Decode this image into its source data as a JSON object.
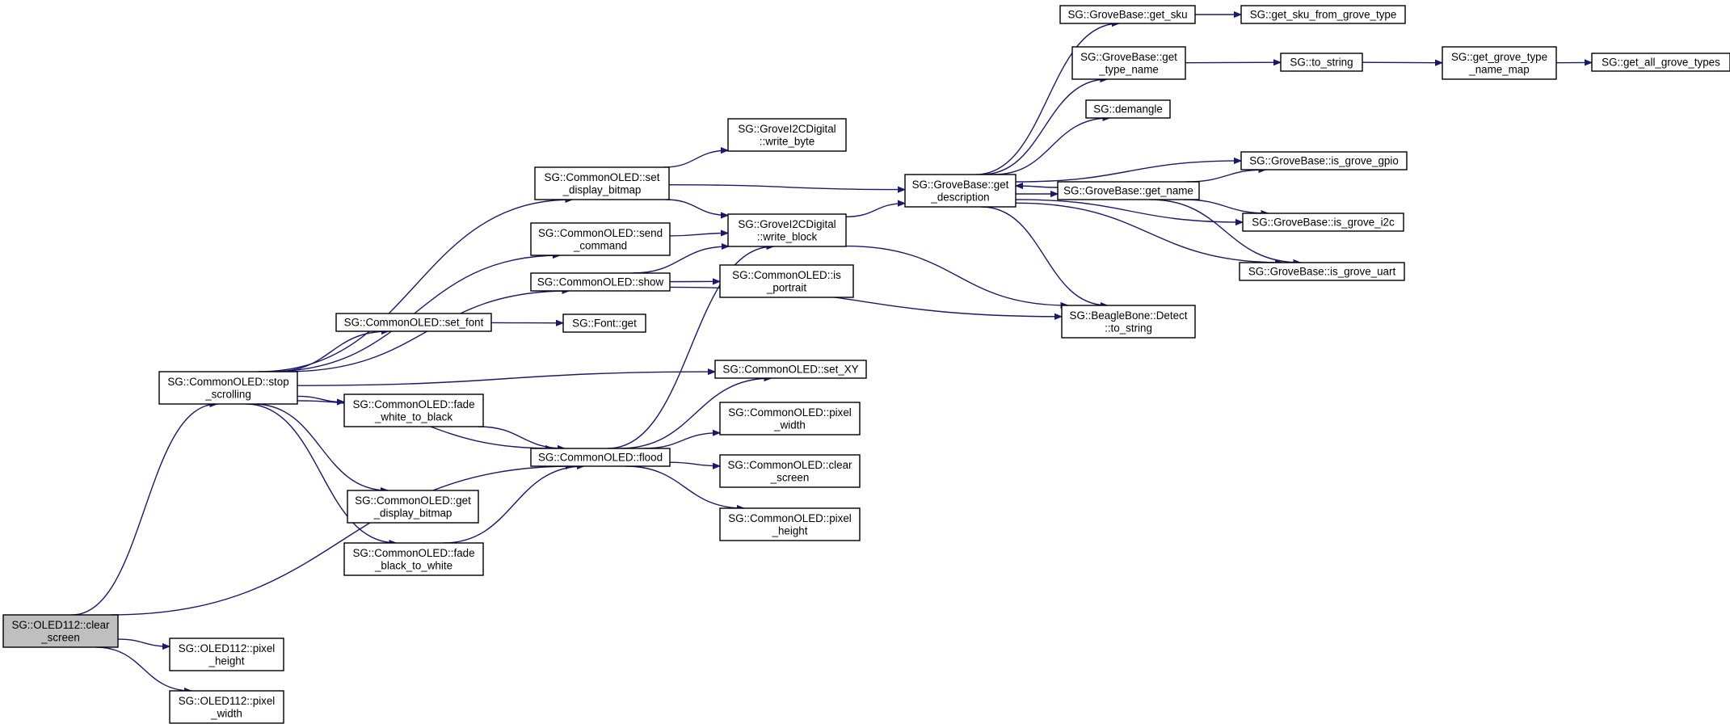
{
  "diagram": {
    "nodes": [
      {
        "id": "n1",
        "lines": [
          "SG::OLED112::clear",
          "_screen"
        ],
        "root": true
      },
      {
        "id": "n2",
        "lines": [
          "SG::CommonOLED::stop",
          "_scrolling"
        ]
      },
      {
        "id": "n3",
        "lines": [
          "SG::CommonOLED::flood"
        ]
      },
      {
        "id": "n4",
        "lines": [
          "SG::OLED112::pixel",
          "_height"
        ]
      },
      {
        "id": "n5",
        "lines": [
          "SG::OLED112::pixel",
          "_width"
        ]
      },
      {
        "id": "n6",
        "lines": [
          "SG::CommonOLED::set",
          "_display_bitmap"
        ]
      },
      {
        "id": "n7",
        "lines": [
          "SG::CommonOLED::send",
          "_command"
        ]
      },
      {
        "id": "n8",
        "lines": [
          "SG::CommonOLED::show"
        ]
      },
      {
        "id": "n9",
        "lines": [
          "SG::CommonOLED::set_font"
        ]
      },
      {
        "id": "n10",
        "lines": [
          "SG::CommonOLED::fade",
          "_white_to_black"
        ]
      },
      {
        "id": "n11",
        "lines": [
          "SG::CommonOLED::get",
          "_display_bitmap"
        ]
      },
      {
        "id": "n12",
        "lines": [
          "SG::CommonOLED::fade",
          "_black_to_white"
        ]
      },
      {
        "id": "n13",
        "lines": [
          "SG::GroveI2CDigital",
          "::write_byte"
        ]
      },
      {
        "id": "n14",
        "lines": [
          "SG::GroveI2CDigital",
          "::write_block"
        ]
      },
      {
        "id": "n15",
        "lines": [
          "SG::CommonOLED::is",
          "_portrait"
        ]
      },
      {
        "id": "n16",
        "lines": [
          "SG::Font::get"
        ]
      },
      {
        "id": "n17",
        "lines": [
          "SG::CommonOLED::set_XY"
        ]
      },
      {
        "id": "n18",
        "lines": [
          "SG::CommonOLED::pixel",
          "_width"
        ]
      },
      {
        "id": "n19",
        "lines": [
          "SG::CommonOLED::clear",
          "_screen"
        ]
      },
      {
        "id": "n20",
        "lines": [
          "SG::CommonOLED::pixel",
          "_height"
        ]
      },
      {
        "id": "n21",
        "lines": [
          "SG::GroveBase::get",
          "_description"
        ]
      },
      {
        "id": "n22",
        "lines": [
          "SG::BeagleBone::Detect",
          "::to_string"
        ]
      },
      {
        "id": "n23",
        "lines": [
          "SG::GroveBase::get_sku"
        ]
      },
      {
        "id": "n24",
        "lines": [
          "SG::GroveBase::get",
          "_type_name"
        ]
      },
      {
        "id": "n25",
        "lines": [
          "SG::demangle"
        ]
      },
      {
        "id": "n26",
        "lines": [
          "SG::GroveBase::get_name"
        ]
      },
      {
        "id": "n27",
        "lines": [
          "SG::GroveBase::is_grove_gpio"
        ]
      },
      {
        "id": "n28",
        "lines": [
          "SG::GroveBase::is_grove_i2c"
        ]
      },
      {
        "id": "n29",
        "lines": [
          "SG::GroveBase::is_grove_uart"
        ]
      },
      {
        "id": "n30",
        "lines": [
          "SG::get_sku_from_grove_type"
        ]
      },
      {
        "id": "n31",
        "lines": [
          "SG::to_string"
        ]
      },
      {
        "id": "n32",
        "lines": [
          "SG::get_grove_type",
          "_name_map"
        ]
      },
      {
        "id": "n33",
        "lines": [
          "SG::get_all_grove_types"
        ]
      }
    ],
    "edges": [
      {
        "from": "n1",
        "to": "n2"
      },
      {
        "from": "n1",
        "to": "n3"
      },
      {
        "from": "n1",
        "to": "n4"
      },
      {
        "from": "n1",
        "to": "n5"
      },
      {
        "from": "n2",
        "to": "n6"
      },
      {
        "from": "n2",
        "to": "n7"
      },
      {
        "from": "n2",
        "to": "n8"
      },
      {
        "from": "n2",
        "to": "n9"
      },
      {
        "from": "n2",
        "to": "n17"
      },
      {
        "from": "n2",
        "to": "n10"
      },
      {
        "from": "n2",
        "to": "n3"
      },
      {
        "from": "n2",
        "to": "n11"
      },
      {
        "from": "n2",
        "to": "n12"
      },
      {
        "from": "n6",
        "to": "n13"
      },
      {
        "from": "n6",
        "to": "n21"
      },
      {
        "from": "n6",
        "to": "n14"
      },
      {
        "from": "n7",
        "to": "n14"
      },
      {
        "from": "n8",
        "to": "n14"
      },
      {
        "from": "n8",
        "to": "n15"
      },
      {
        "from": "n8",
        "to": "n22"
      },
      {
        "from": "n9",
        "to": "n16"
      },
      {
        "from": "n10",
        "to": "n3"
      },
      {
        "from": "n12",
        "to": "n3"
      },
      {
        "from": "n3",
        "to": "n14"
      },
      {
        "from": "n3",
        "to": "n17"
      },
      {
        "from": "n3",
        "to": "n18"
      },
      {
        "from": "n3",
        "to": "n19"
      },
      {
        "from": "n3",
        "to": "n20"
      },
      {
        "from": "n14",
        "to": "n21"
      },
      {
        "from": "n14",
        "to": "n22"
      },
      {
        "from": "n21",
        "to": "n23"
      },
      {
        "from": "n21",
        "to": "n24"
      },
      {
        "from": "n21",
        "to": "n25"
      },
      {
        "from": "n21",
        "to": "n27"
      },
      {
        "from": "n21",
        "to": "n26"
      },
      {
        "from": "n26",
        "to": "n21"
      },
      {
        "from": "n21",
        "to": "n28"
      },
      {
        "from": "n21",
        "to": "n29"
      },
      {
        "from": "n21",
        "to": "n22"
      },
      {
        "from": "n26",
        "to": "n27"
      },
      {
        "from": "n26",
        "to": "n28"
      },
      {
        "from": "n26",
        "to": "n29"
      },
      {
        "from": "n23",
        "to": "n30"
      },
      {
        "from": "n24",
        "to": "n31"
      },
      {
        "from": "n31",
        "to": "n32"
      },
      {
        "from": "n32",
        "to": "n33"
      }
    ]
  },
  "colors": {
    "edge": "#191970",
    "root_fill": "#bfbfbf",
    "node_fill": "#ffffff",
    "node_border": "#000000"
  }
}
